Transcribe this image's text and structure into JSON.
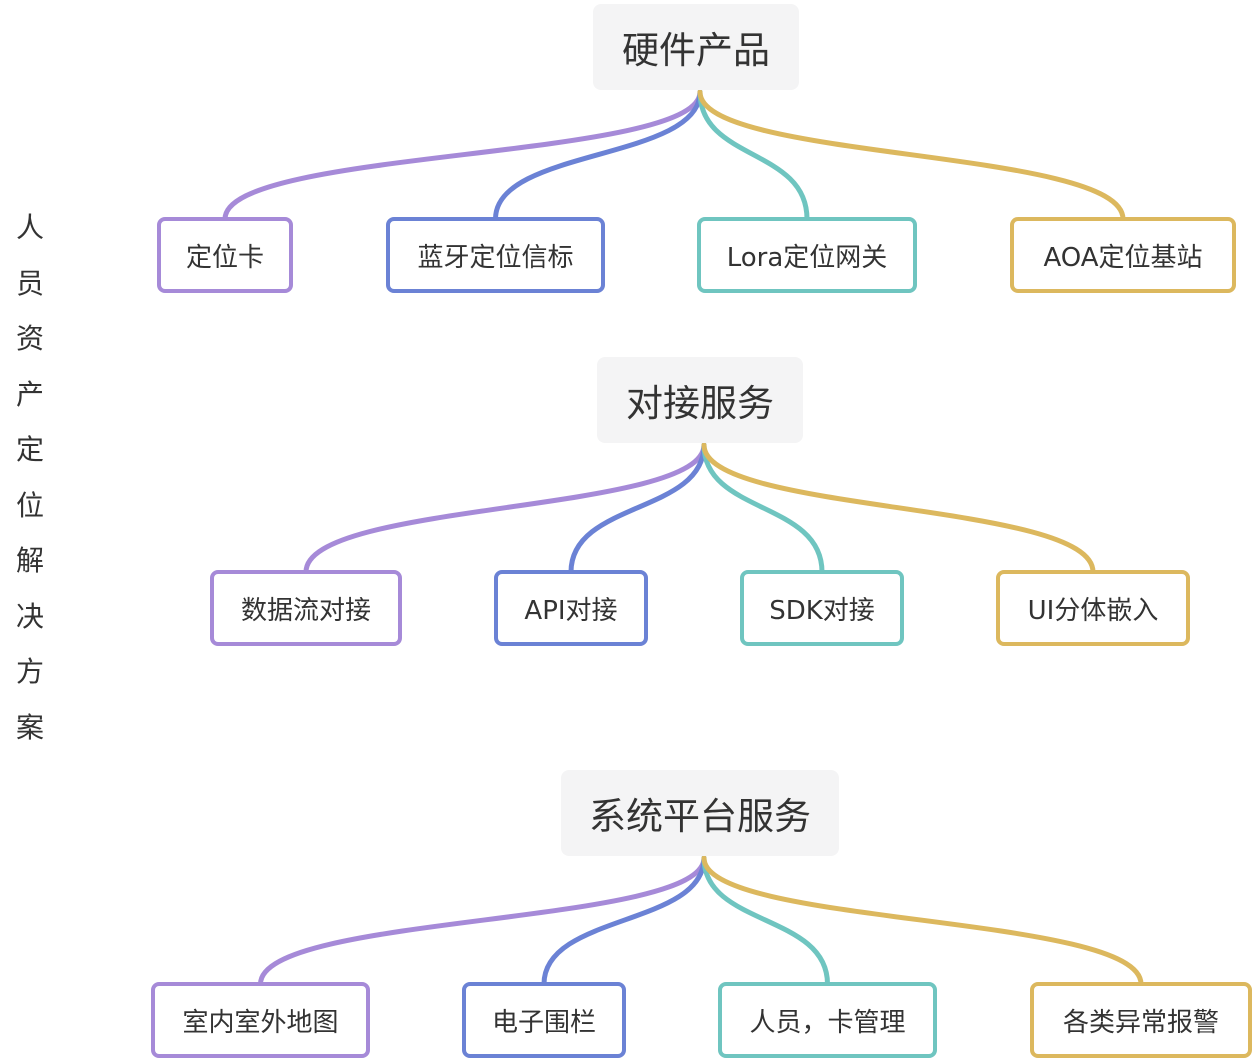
{
  "title": "人员资产定位解决方案",
  "colors": {
    "branch_1": "#a68ad8",
    "branch_2": "#6b82d5",
    "branch_3": "#6fc5c0",
    "branch_4": "#dcb85e",
    "parent_background": "#f4f4f5",
    "text": "#333333"
  },
  "groups": [
    {
      "label": "硬件产品",
      "children": [
        {
          "label": "定位卡"
        },
        {
          "label": "蓝牙定位信标"
        },
        {
          "label": "Lora定位网关"
        },
        {
          "label": "AOA定位基站"
        }
      ]
    },
    {
      "label": "对接服务",
      "children": [
        {
          "label": "数据流对接"
        },
        {
          "label": "API对接"
        },
        {
          "label": "SDK对接"
        },
        {
          "label": "UI分体嵌入"
        }
      ]
    },
    {
      "label": "系统平台服务",
      "children": [
        {
          "label": "室内室外地图"
        },
        {
          "label": "电子围栏"
        },
        {
          "label": "人员，卡管理"
        },
        {
          "label": "各类异常报警"
        }
      ]
    }
  ]
}
